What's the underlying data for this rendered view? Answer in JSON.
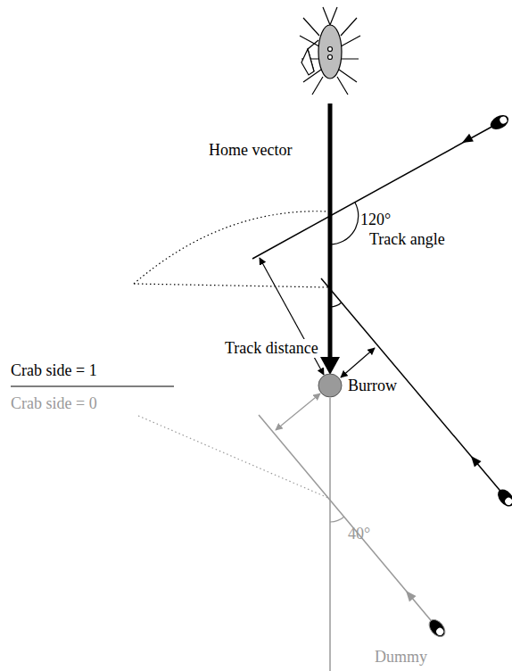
{
  "diagram": {
    "nodes": [
      {
        "text": [
          "Burrow"
        ]
      }
    ],
    "labels": [
      "Home vector",
      "120°",
      "Track angle",
      "Track distance",
      "Crab side = 1",
      "Crab side = 0",
      "40°",
      "Dummy"
    ]
  }
}
